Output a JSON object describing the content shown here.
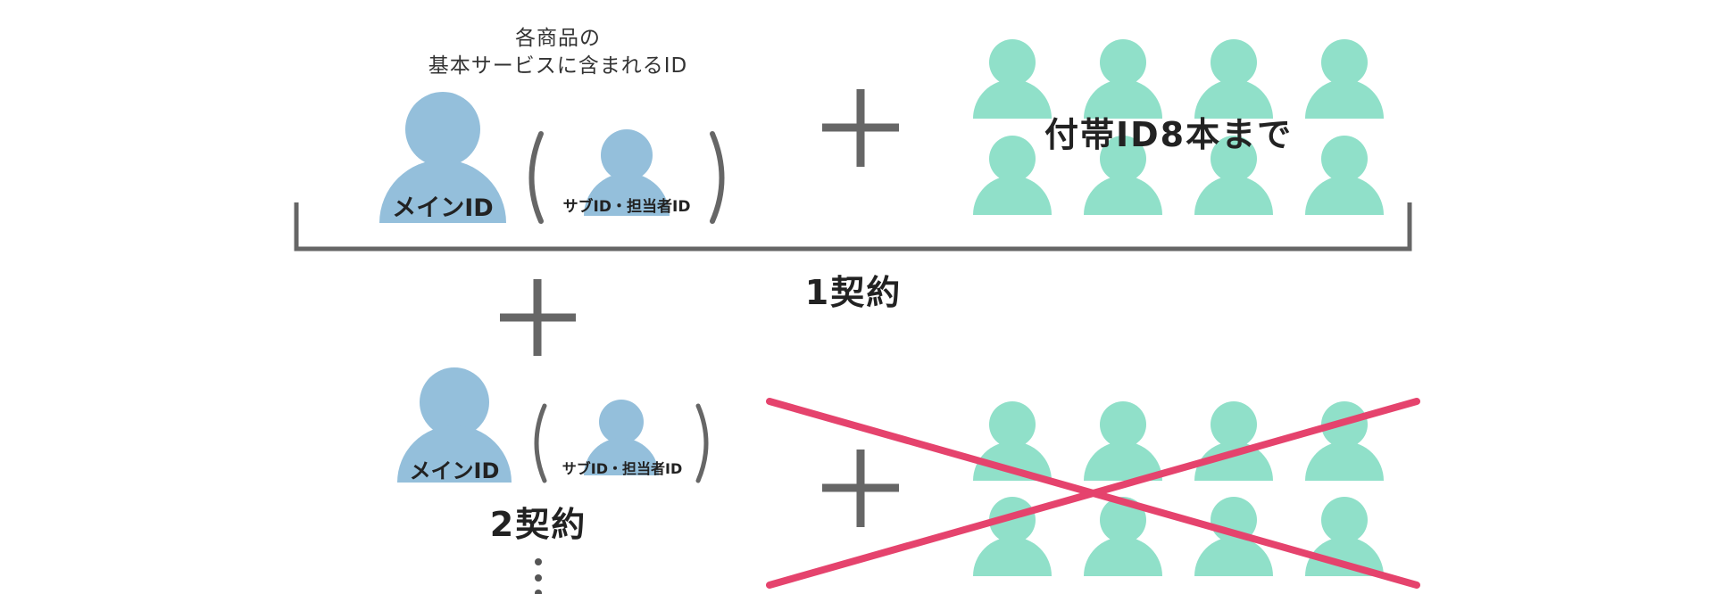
{
  "colors": {
    "main_person": "#94bfdb",
    "extra_person": "#90e0c9",
    "gray": "#666666",
    "cross": "#e5436d",
    "text": "#222222"
  },
  "row1": {
    "caption_line1": "各商品の",
    "caption_line2": "基本サービスに含まれるID",
    "main_label": "メインID",
    "sub_label": "サブID・担当者ID",
    "extra_label": "付帯ID8本まで",
    "contract_label": "1契約"
  },
  "row2": {
    "main_label": "メインID",
    "sub_label": "サブID・担当者ID",
    "contract_label": "2契約"
  },
  "icons": {
    "plus": "plus-icon",
    "person": "person-icon",
    "cross": "cross-out-icon",
    "ellipsis": "vertical-ellipsis-icon"
  }
}
